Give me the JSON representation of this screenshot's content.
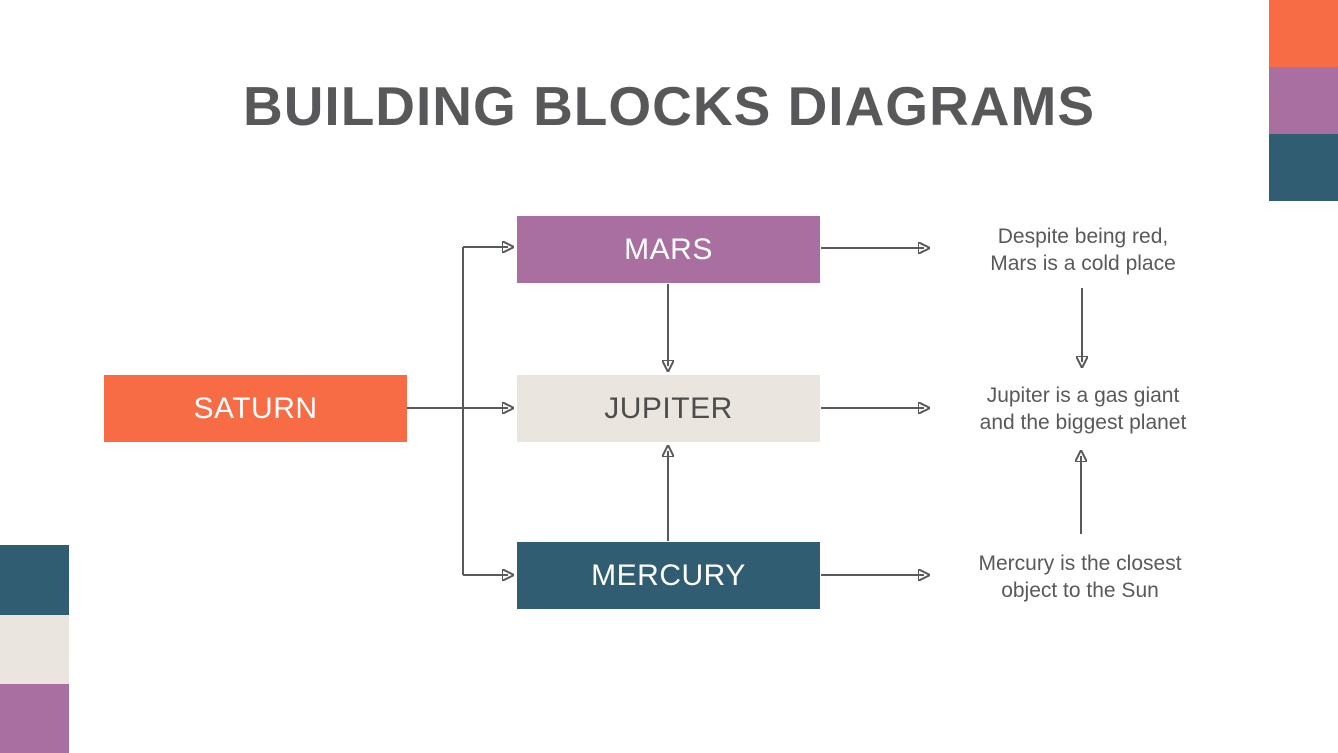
{
  "title": "BUILDING BLOCKS DIAGRAMS",
  "palette": {
    "orange": "#F76C44",
    "purple": "#A96FA0",
    "teal": "#305D71",
    "beige": "#EAE5DE",
    "line_gray": "#595959",
    "title_gray": "#58585A"
  },
  "blocks": {
    "saturn": {
      "label": "SATURN",
      "color": "#F76C44"
    },
    "mars": {
      "label": "MARS",
      "color": "#A96FA0"
    },
    "jupiter": {
      "label": "JUPITER",
      "color": "#EAE5DE"
    },
    "mercury": {
      "label": "MERCURY",
      "color": "#305D71"
    }
  },
  "notes": {
    "mars": "Despite being red,\nMars is a cold place",
    "jupiter": "Jupiter is a gas giant\nand the biggest planet",
    "mercury": "Mercury is the closest\nobject to the Sun"
  },
  "decorations": {
    "top_right": [
      "#F76C44",
      "#A96FA0",
      "#305D71"
    ],
    "bottom_left": [
      "#305D71",
      "#EAE5DE",
      "#A96FA0"
    ]
  }
}
